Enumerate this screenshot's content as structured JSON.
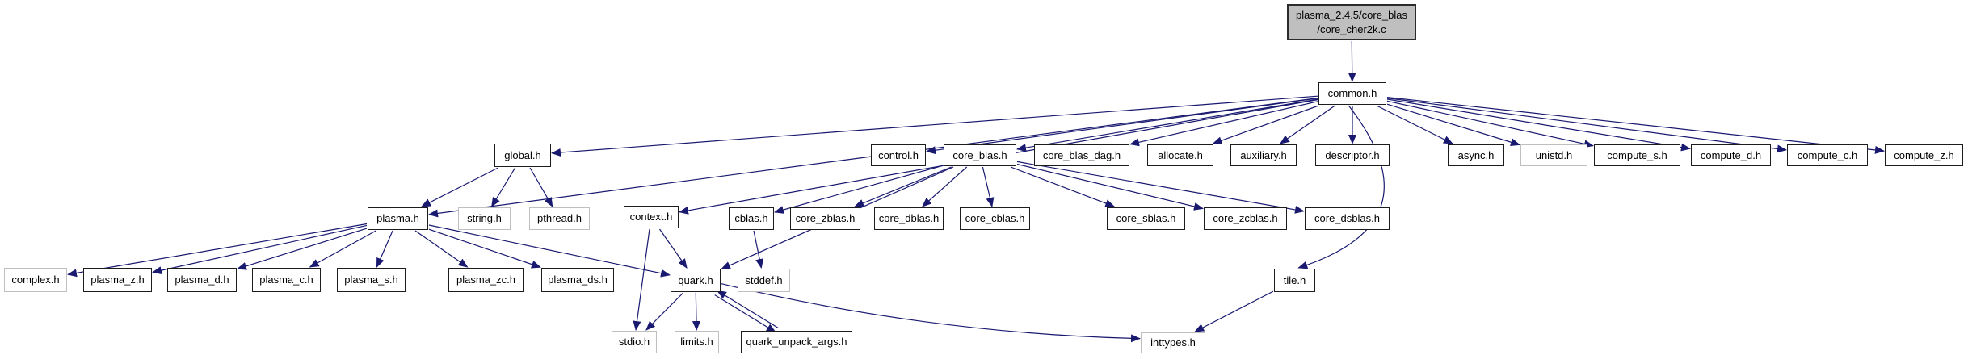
{
  "graph": {
    "kind": "include-dependency-graph",
    "edge_color": "#191970",
    "node_border_color": "#1c1c1c",
    "system_border_color": "#bfbfbf",
    "current_fill_color": "#bfbfbf"
  },
  "nodes": {
    "cher2k": {
      "label": "plasma_2.4.5/core_blas\n/core_cher2k.c"
    },
    "common": {
      "label": "common.h"
    },
    "global": {
      "label": "global.h"
    },
    "control": {
      "label": "control.h"
    },
    "core_blas": {
      "label": "core_blas.h"
    },
    "core_blas_dag": {
      "label": "core_blas_dag.h"
    },
    "allocate": {
      "label": "allocate.h"
    },
    "auxiliary": {
      "label": "auxiliary.h"
    },
    "descriptor": {
      "label": "descriptor.h"
    },
    "async": {
      "label": "async.h"
    },
    "unistd": {
      "label": "unistd.h"
    },
    "compute_s": {
      "label": "compute_s.h"
    },
    "compute_d": {
      "label": "compute_d.h"
    },
    "compute_c": {
      "label": "compute_c.h"
    },
    "compute_z": {
      "label": "compute_z.h"
    },
    "plasma": {
      "label": "plasma.h"
    },
    "string": {
      "label": "string.h"
    },
    "pthread": {
      "label": "pthread.h"
    },
    "context": {
      "label": "context.h"
    },
    "cblas": {
      "label": "cblas.h"
    },
    "core_zblas": {
      "label": "core_zblas.h"
    },
    "core_dblas": {
      "label": "core_dblas.h"
    },
    "core_cblas": {
      "label": "core_cblas.h"
    },
    "core_sblas": {
      "label": "core_sblas.h"
    },
    "core_zcblas": {
      "label": "core_zcblas.h"
    },
    "core_dsblas": {
      "label": "core_dsblas.h"
    },
    "complex": {
      "label": "complex.h"
    },
    "plasma_z": {
      "label": "plasma_z.h"
    },
    "plasma_d": {
      "label": "plasma_d.h"
    },
    "plasma_c": {
      "label": "plasma_c.h"
    },
    "plasma_s": {
      "label": "plasma_s.h"
    },
    "plasma_zc": {
      "label": "plasma_zc.h"
    },
    "plasma_ds": {
      "label": "plasma_ds.h"
    },
    "quark": {
      "label": "quark.h"
    },
    "stddef": {
      "label": "stddef.h"
    },
    "tile": {
      "label": "tile.h"
    },
    "stdio": {
      "label": "stdio.h"
    },
    "limits": {
      "label": "limits.h"
    },
    "quark_unpack": {
      "label": "quark_unpack_args.h"
    },
    "inttypes": {
      "label": "inttypes.h"
    }
  },
  "edges": [
    {
      "f": "cher2k",
      "t": "common"
    },
    {
      "f": "common",
      "t": "global"
    },
    {
      "f": "common",
      "t": "plasma"
    },
    {
      "f": "common",
      "t": "context"
    },
    {
      "f": "common",
      "t": "control"
    },
    {
      "f": "common",
      "t": "core_blas"
    },
    {
      "f": "common",
      "t": "core_blas_dag"
    },
    {
      "f": "common",
      "t": "allocate"
    },
    {
      "f": "common",
      "t": "auxiliary"
    },
    {
      "f": "common",
      "t": "descriptor"
    },
    {
      "f": "common",
      "t": "async"
    },
    {
      "f": "common",
      "t": "unistd"
    },
    {
      "f": "common",
      "t": "compute_s"
    },
    {
      "f": "common",
      "t": "compute_d"
    },
    {
      "f": "common",
      "t": "compute_c"
    },
    {
      "f": "common",
      "t": "compute_z"
    },
    {
      "f": "common",
      "t": "tile",
      "b": -150
    },
    {
      "f": "global",
      "t": "plasma"
    },
    {
      "f": "global",
      "t": "string"
    },
    {
      "f": "global",
      "t": "pthread"
    },
    {
      "f": "plasma",
      "t": "complex"
    },
    {
      "f": "plasma",
      "t": "plasma_z"
    },
    {
      "f": "plasma",
      "t": "plasma_d"
    },
    {
      "f": "plasma",
      "t": "plasma_c"
    },
    {
      "f": "plasma",
      "t": "plasma_s"
    },
    {
      "f": "plasma",
      "t": "plasma_zc"
    },
    {
      "f": "plasma",
      "t": "plasma_ds"
    },
    {
      "f": "plasma",
      "t": "quark"
    },
    {
      "f": "core_blas",
      "t": "cblas"
    },
    {
      "f": "core_blas",
      "t": "core_zblas"
    },
    {
      "f": "core_blas",
      "t": "core_dblas"
    },
    {
      "f": "core_blas",
      "t": "core_cblas"
    },
    {
      "f": "core_blas",
      "t": "core_sblas"
    },
    {
      "f": "core_blas",
      "t": "core_zcblas"
    },
    {
      "f": "core_blas",
      "t": "core_dsblas"
    },
    {
      "f": "core_blas",
      "t": "quark"
    },
    {
      "f": "context",
      "t": "quark"
    },
    {
      "f": "context",
      "t": "stdio"
    },
    {
      "f": "cblas",
      "t": "stddef"
    },
    {
      "f": "quark",
      "t": "stdio"
    },
    {
      "f": "quark",
      "t": "limits"
    },
    {
      "f": "quark",
      "t": "quark_unpack",
      "s": 3
    },
    {
      "f": "quark",
      "t": "inttypes",
      "b": 28
    },
    {
      "f": "quark_unpack",
      "t": "quark",
      "s": 3
    },
    {
      "f": "tile",
      "t": "inttypes"
    }
  ]
}
